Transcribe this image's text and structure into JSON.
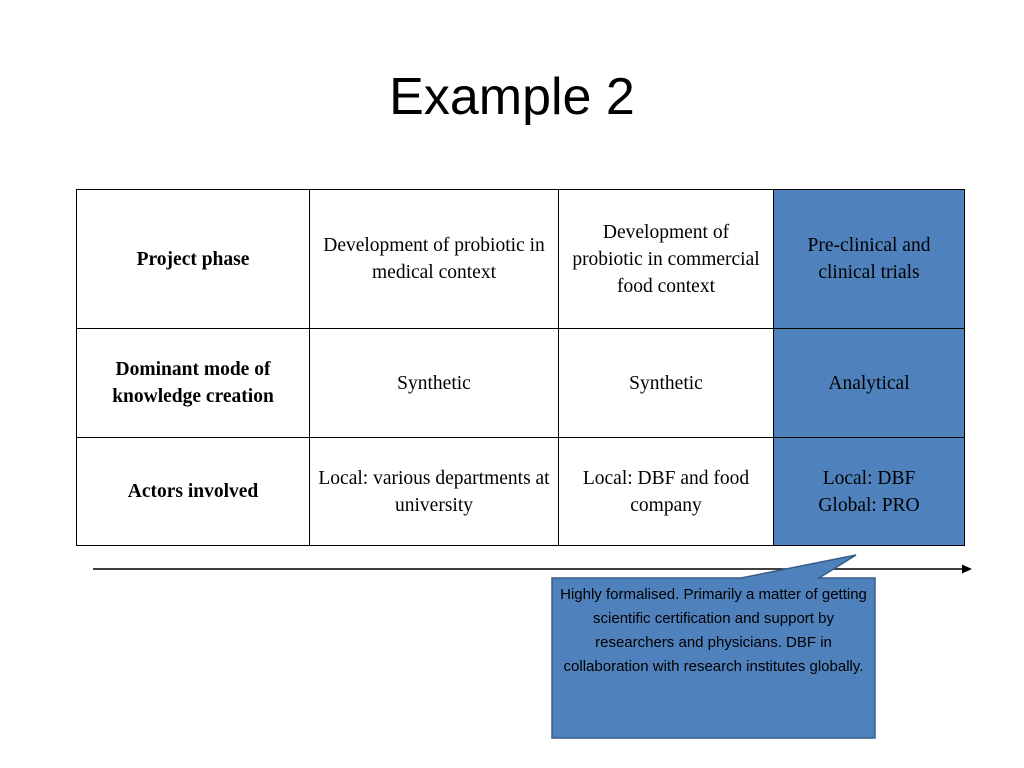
{
  "slide": {
    "title": "Example 2"
  },
  "table": {
    "rows": [
      {
        "header": "Project phase",
        "cells": [
          "Development of probiotic in medical context",
          "Development of probiotic in commercial food context",
          "Pre-clinical and clinical trials"
        ]
      },
      {
        "header": "Dominant mode of knowledge creation",
        "cells": [
          "Synthetic",
          "Synthetic",
          "Analytical"
        ]
      },
      {
        "header": "Actors involved",
        "cells": [
          "Local: various departments at university",
          "Local: DBF and food company",
          "Local: DBF Global: PRO"
        ]
      }
    ],
    "highlight_color": "#4f81bd"
  },
  "timeline": {
    "label_visible": "ne"
  },
  "callout": {
    "text": "Highly formalised. Primarily a matter of getting scientific certification and support by researchers and physicians. DBF in collaboration with research institutes globally.",
    "fill_color": "#4f81bd",
    "border_color": "#385d8a"
  }
}
